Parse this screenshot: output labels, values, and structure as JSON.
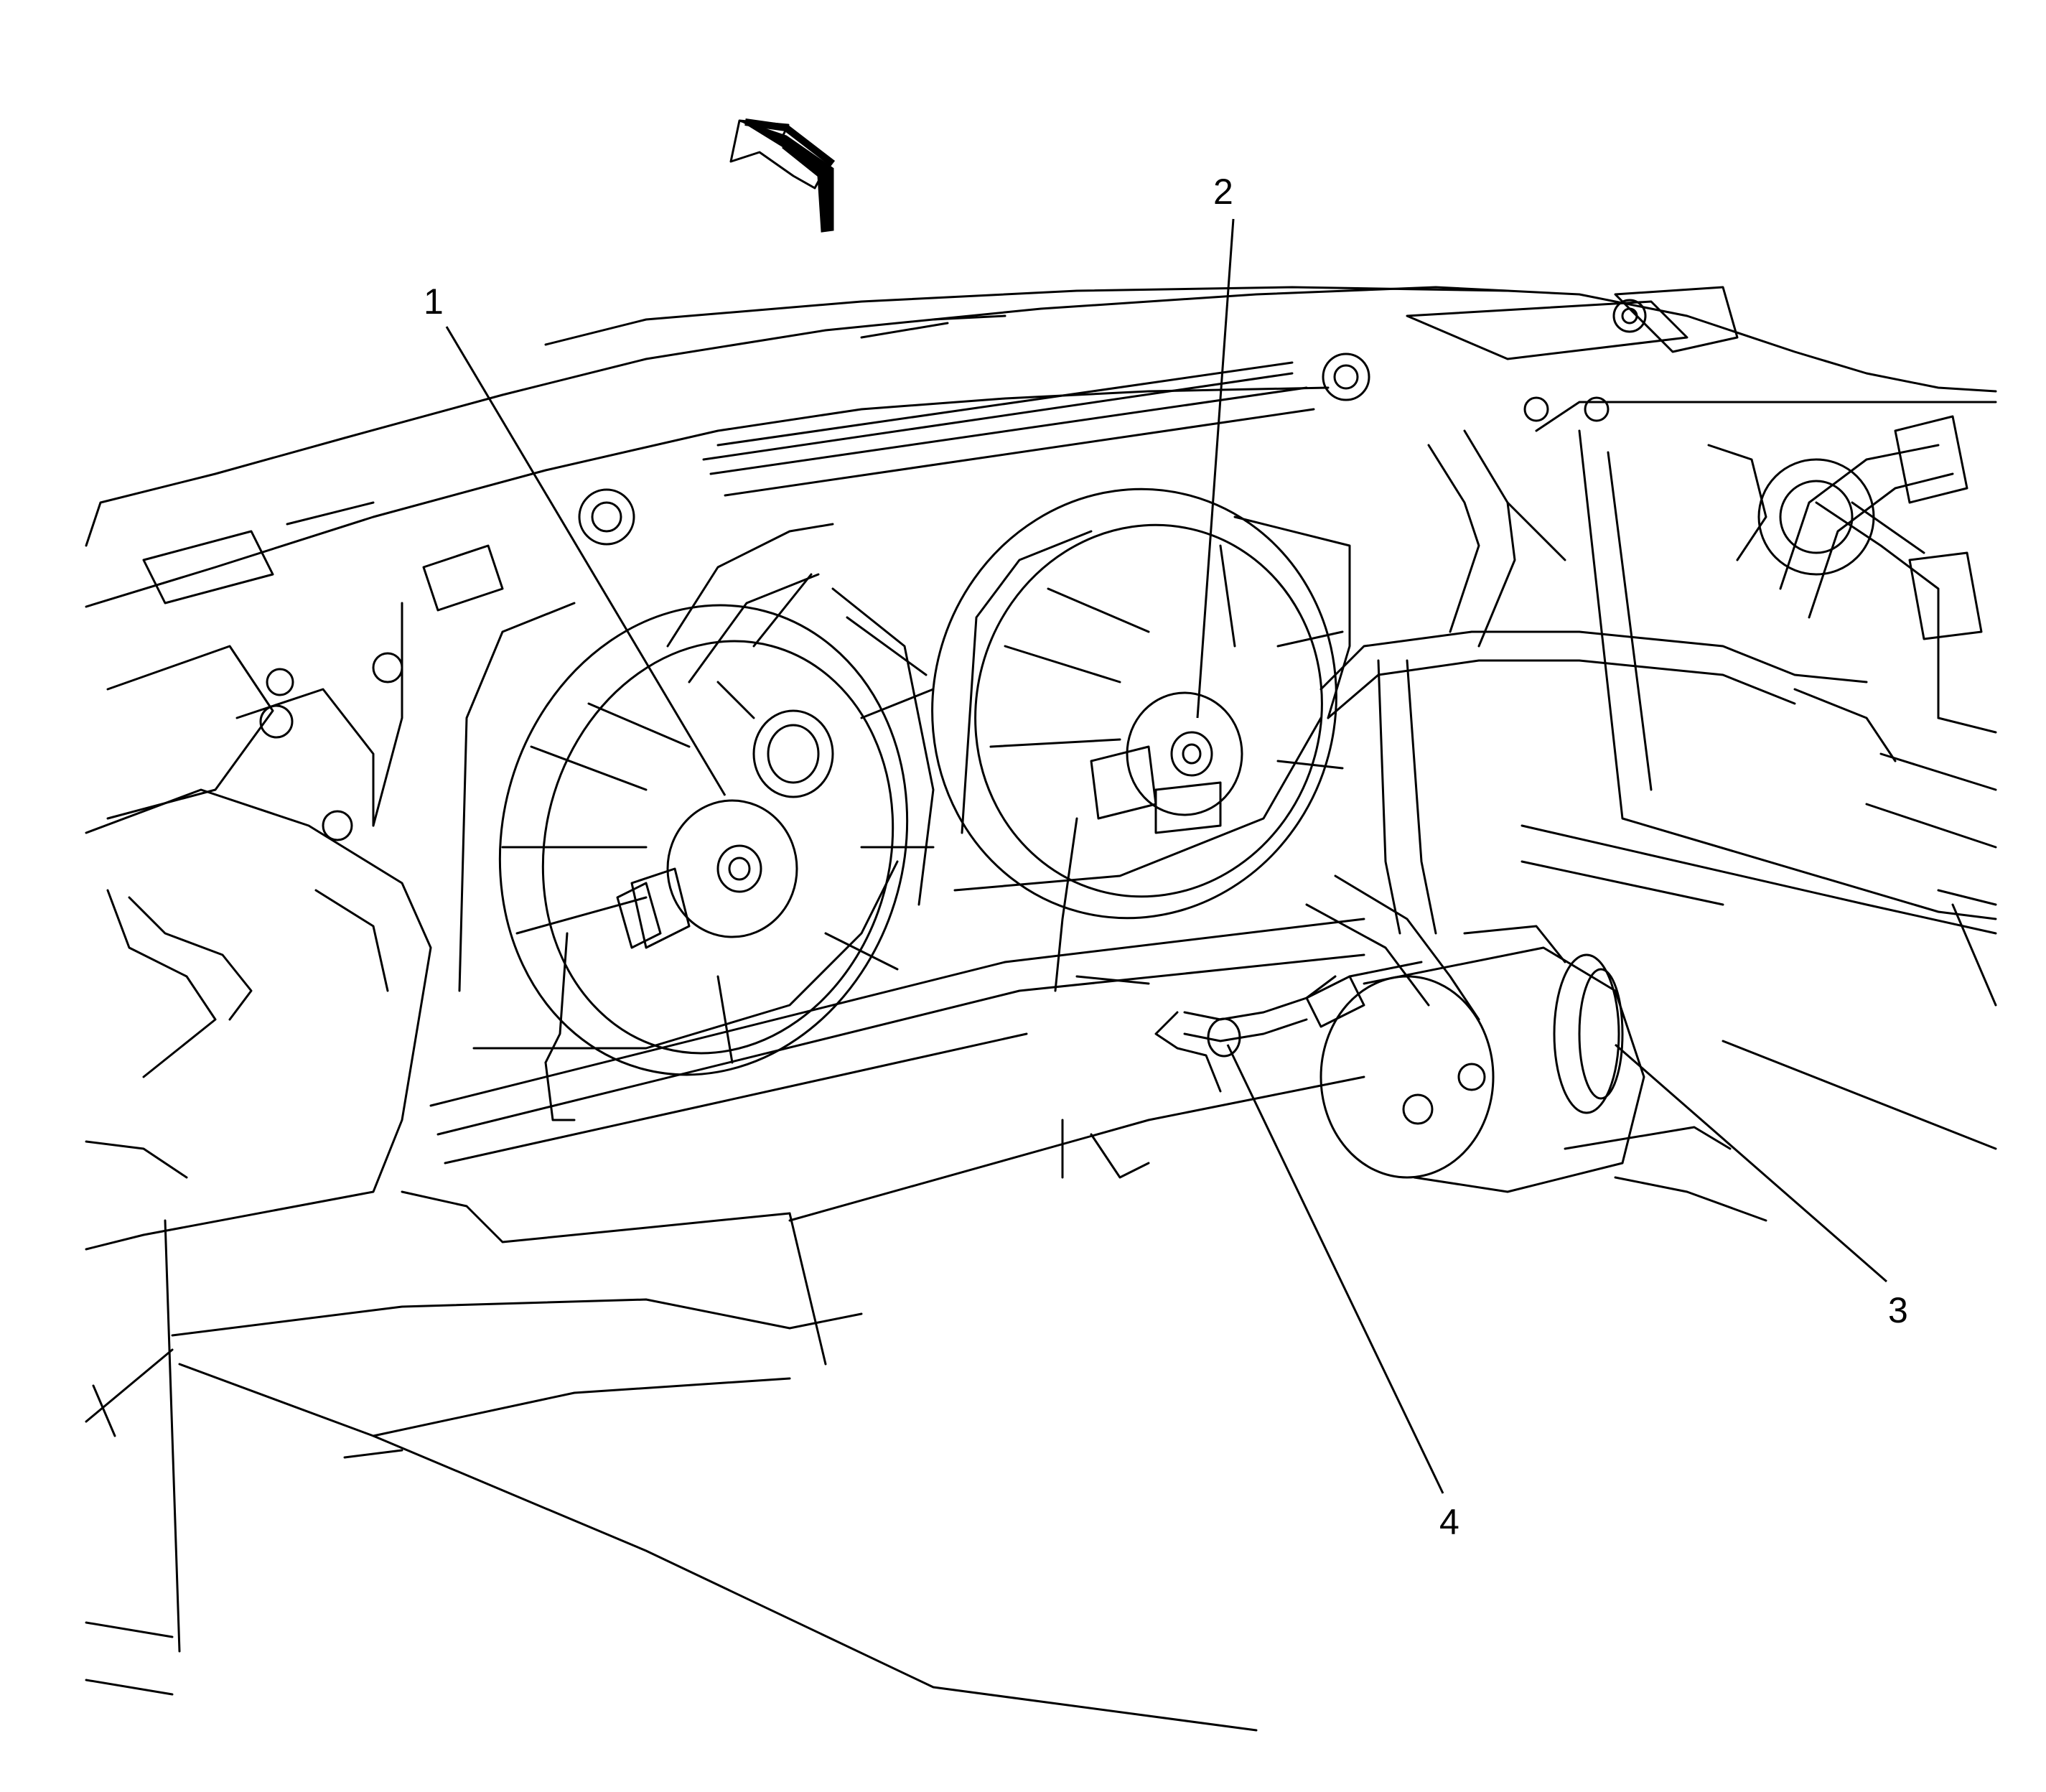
{
  "callouts": [
    {
      "id": "1",
      "label": "1"
    },
    {
      "id": "2",
      "label": "2"
    },
    {
      "id": "3",
      "label": "3"
    },
    {
      "id": "4",
      "label": "4"
    }
  ],
  "icons": {
    "direction_arrow": "arrow-forward-icon"
  },
  "colors": {
    "ink": "#000000",
    "paper": "#ffffff"
  }
}
